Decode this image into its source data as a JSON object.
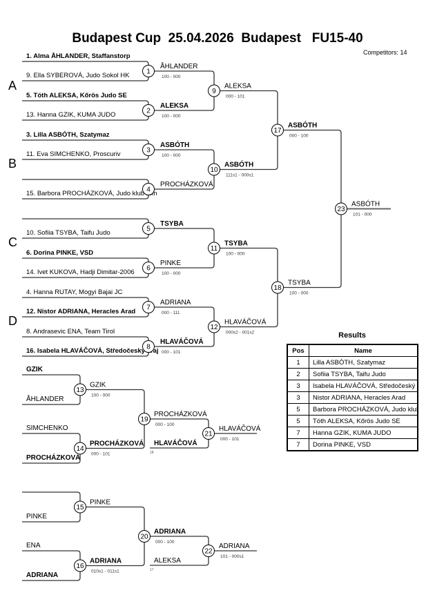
{
  "header": {
    "title": "Budapest Cup  25.04.2026  Budapest   FU15-40",
    "competitors": "Competitors: 14"
  },
  "pools": [
    "A",
    "B",
    "C",
    "D"
  ],
  "main": {
    "entries": [
      {
        "text": "1. Alma ÅHLANDER, Staffanstorp",
        "bold": true
      },
      {
        "text": "9. Ella SYBEROVÁ, Judo Sokol HK",
        "bold": false
      },
      {
        "text": "5. Tóth ALEKSA, Kőrös Judo SE",
        "bold": true
      },
      {
        "text": "13. Hanna GZIK, KUMA JUDO",
        "bold": false
      },
      {
        "text": "3. Lilla ASBÓTH, Szatymaz",
        "bold": true
      },
      {
        "text": "11. Eva SIMCHENKO, Proscuriv",
        "bold": false
      },
      {
        "text": "",
        "bold": false
      },
      {
        "text": "15. Barbora PROCHÁZKOVÁ, Judo klub Zlín",
        "bold": false
      },
      {
        "text": "",
        "bold": false
      },
      {
        "text": "10. Sofiia TSYBA, Taifu Judo",
        "bold": false
      },
      {
        "text": "6. Dorina PINKE, VSD",
        "bold": true
      },
      {
        "text": "14. Ivet KUKOVA, Hadji Dimitar-2006",
        "bold": false
      },
      {
        "text": "4. Hanna RUTAY, Mogyi Bajai JC",
        "bold": false
      },
      {
        "text": "12. Nistor ADRIANA, Heracles Arad",
        "bold": true
      },
      {
        "text": "8. Andrasevic ENA, Team Tirol",
        "bold": false
      },
      {
        "text": "16. Isabela HLAVÁČOVÁ, Středočeský kraj",
        "bold": true
      }
    ],
    "matches": [
      {
        "num": "1",
        "winner": "ÅHLANDER",
        "bold": false,
        "score": "100 - 000"
      },
      {
        "num": "2",
        "winner": "ALEKSA",
        "bold": true,
        "score": "100 - 000"
      },
      {
        "num": "3",
        "winner": "ASBÓTH",
        "bold": true,
        "score": "100 - 000"
      },
      {
        "num": "4",
        "winner": "PROCHÁZKOVÁ",
        "bold": false,
        "score": ""
      },
      {
        "num": "5",
        "winner": "TSYBA",
        "bold": true,
        "score": ""
      },
      {
        "num": "6",
        "winner": "PINKE",
        "bold": false,
        "score": "100 - 000"
      },
      {
        "num": "7",
        "winner": "ADRIANA",
        "bold": false,
        "score": "000 - 111"
      },
      {
        "num": "8",
        "winner": "HLAVÁČOVÁ",
        "bold": true,
        "score": "000 - 101"
      },
      {
        "num": "9",
        "winner": "ALEKSA",
        "bold": false,
        "score": "000 - 101"
      },
      {
        "num": "10",
        "winner": "ASBÓTH",
        "bold": true,
        "score": "111s1 - 000s1"
      },
      {
        "num": "11",
        "winner": "TSYBA",
        "bold": true,
        "score": "100 - 000"
      },
      {
        "num": "12",
        "winner": "HLAVÁČOVÁ",
        "bold": false,
        "score": "000s2 - 001s2"
      },
      {
        "num": "17",
        "winner": "ASBÓTH",
        "bold": true,
        "score": "000 - 100"
      },
      {
        "num": "18",
        "winner": "TSYBA",
        "bold": false,
        "score": "100 - 000"
      },
      {
        "num": "23",
        "winner": "ASBÓTH",
        "bold": false,
        "score": "101 - 000"
      }
    ]
  },
  "repechage": [
    {
      "entries": [
        {
          "text": "GZIK",
          "bold": true
        },
        {
          "text": "ÅHLANDER",
          "bold": false
        },
        {
          "text": "SIMCHENKO",
          "bold": false
        },
        {
          "text": "PROCHÁZKOVÁ",
          "bold": true
        }
      ],
      "matches": [
        {
          "num": "13",
          "winner": "GZIK",
          "bold": false,
          "score": "100 - 000"
        },
        {
          "num": "14",
          "winner": "PROCHÁZKOVÁ",
          "bold": true,
          "score": "000 - 101"
        },
        {
          "num": "19",
          "winner": "PROCHÁZKOVÁ",
          "bold": false,
          "score": "000 - 100"
        },
        {
          "num": "21",
          "winner": "HLAVÁČOVÁ",
          "bold": false,
          "score": "000 - 101"
        }
      ],
      "incoming": {
        "name": "HLAVÁČOVÁ",
        "bold": true,
        "from": "18"
      }
    },
    {
      "entries": [
        {
          "text": "",
          "bold": false
        },
        {
          "text": "PINKE",
          "bold": false
        },
        {
          "text": "ENA",
          "bold": false
        },
        {
          "text": "ADRIANA",
          "bold": true
        }
      ],
      "matches": [
        {
          "num": "15",
          "winner": "PINKE",
          "bold": false,
          "score": ""
        },
        {
          "num": "16",
          "winner": "ADRIANA",
          "bold": true,
          "score": "010s1 - 011s1"
        },
        {
          "num": "20",
          "winner": "ADRIANA",
          "bold": true,
          "score": "000 - 100"
        },
        {
          "num": "22",
          "winner": "ADRIANA",
          "bold": false,
          "score": "101 - 000s1"
        }
      ],
      "incoming": {
        "name": "ALEKSA",
        "bold": false,
        "from": "17"
      }
    }
  ],
  "results": {
    "title": "Results",
    "headers": [
      "Pos",
      "Name"
    ],
    "rows": [
      {
        "pos": "1",
        "name": "Lilla ASBÓTH, Szatymaz"
      },
      {
        "pos": "2",
        "name": "Sofiia TSYBA, Taifu Judo"
      },
      {
        "pos": "3",
        "name": "Isabela HLAVÁČOVÁ, Středočeský kraj"
      },
      {
        "pos": "3",
        "name": "Nistor ADRIANA, Heracles Arad"
      },
      {
        "pos": "5",
        "name": "Barbora PROCHÁZKOVÁ, Judo klub Zlín"
      },
      {
        "pos": "5",
        "name": "Tóth ALEKSA, Kőrös Judo SE"
      },
      {
        "pos": "7",
        "name": "Hanna GZIK, KUMA JUDO"
      },
      {
        "pos": "7",
        "name": "Dorina PINKE, VSD"
      }
    ]
  }
}
